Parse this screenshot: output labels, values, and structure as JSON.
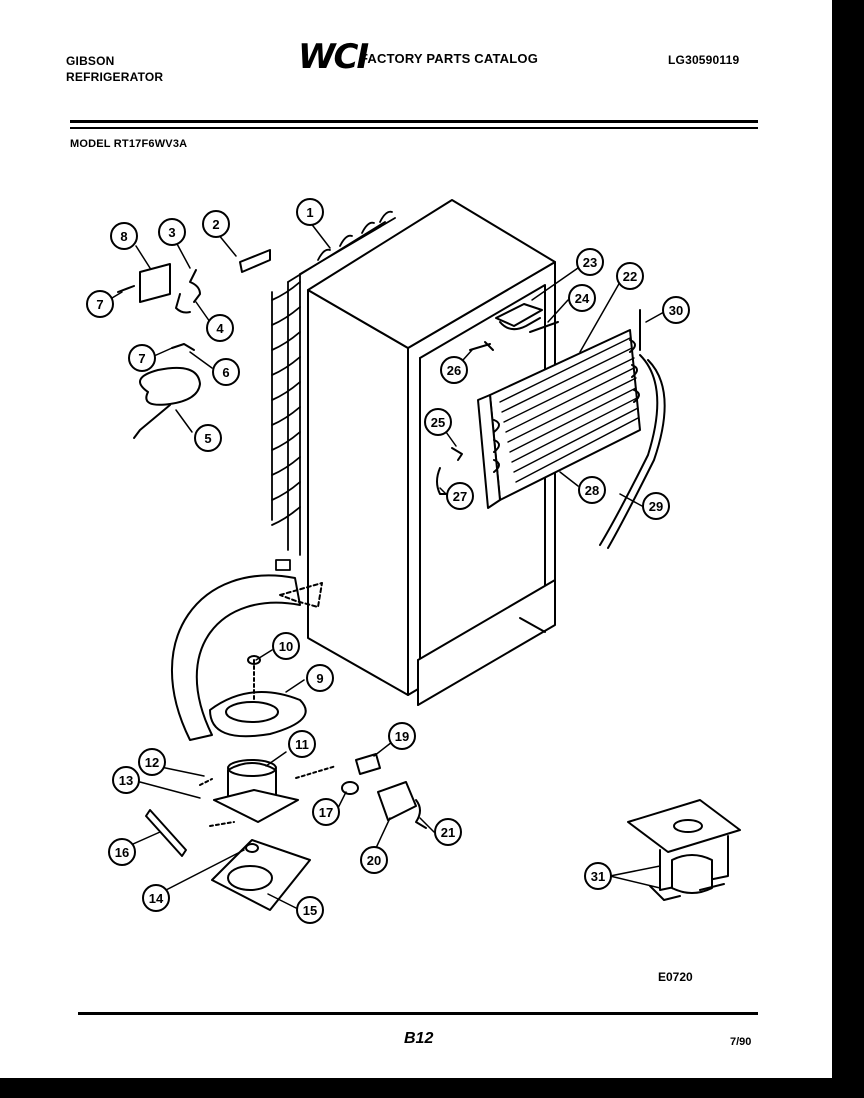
{
  "header": {
    "brand": "GIBSON",
    "product": "REFRIGERATOR",
    "logo": "WCI",
    "catalog_title": "FACTORY PARTS CATALOG",
    "catalog_code": "LG30590119",
    "model_label": "MODEL RT17F6WV3A"
  },
  "diagram": {
    "callouts": [
      "1",
      "2",
      "3",
      "4",
      "5",
      "6",
      "7",
      "7",
      "8",
      "9",
      "10",
      "11",
      "12",
      "13",
      "14",
      "15",
      "16",
      "17",
      "19",
      "20",
      "21",
      "22",
      "23",
      "24",
      "25",
      "26",
      "27",
      "28",
      "29",
      "30",
      "31"
    ],
    "figure_code": "E0720"
  },
  "footer": {
    "page": "B12",
    "date": "7/90"
  }
}
